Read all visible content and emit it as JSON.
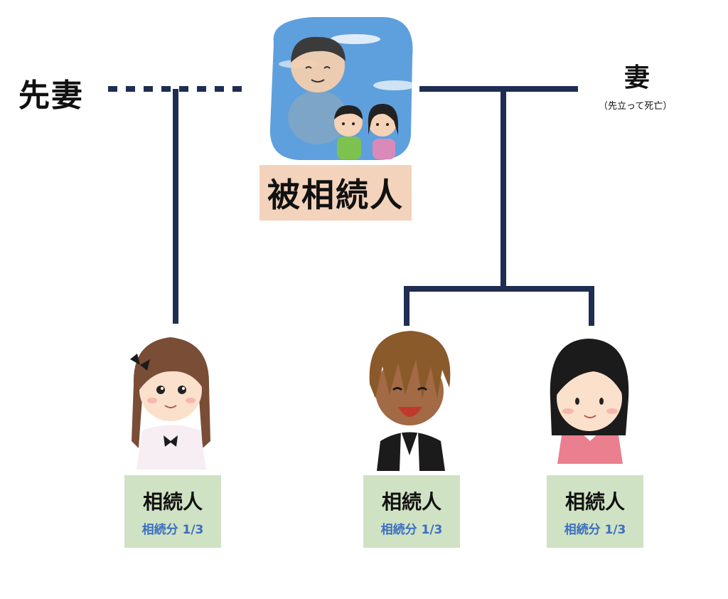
{
  "labels": {
    "prev_wife": "先妻",
    "wife": "妻",
    "wife_note": "（先立って死亡）",
    "decedent": "被相続人"
  },
  "heirs": [
    {
      "title": "相続人",
      "share": "相続分 1/3"
    },
    {
      "title": "相続人",
      "share": "相続分 1/3"
    },
    {
      "title": "相続人",
      "share": "相続分 1/3"
    }
  ],
  "colors": {
    "line": "#1f2d52",
    "decedent_box": "#f3d3bb",
    "heir_box": "#cfe2c3",
    "share_text": "#3b6fc0"
  }
}
